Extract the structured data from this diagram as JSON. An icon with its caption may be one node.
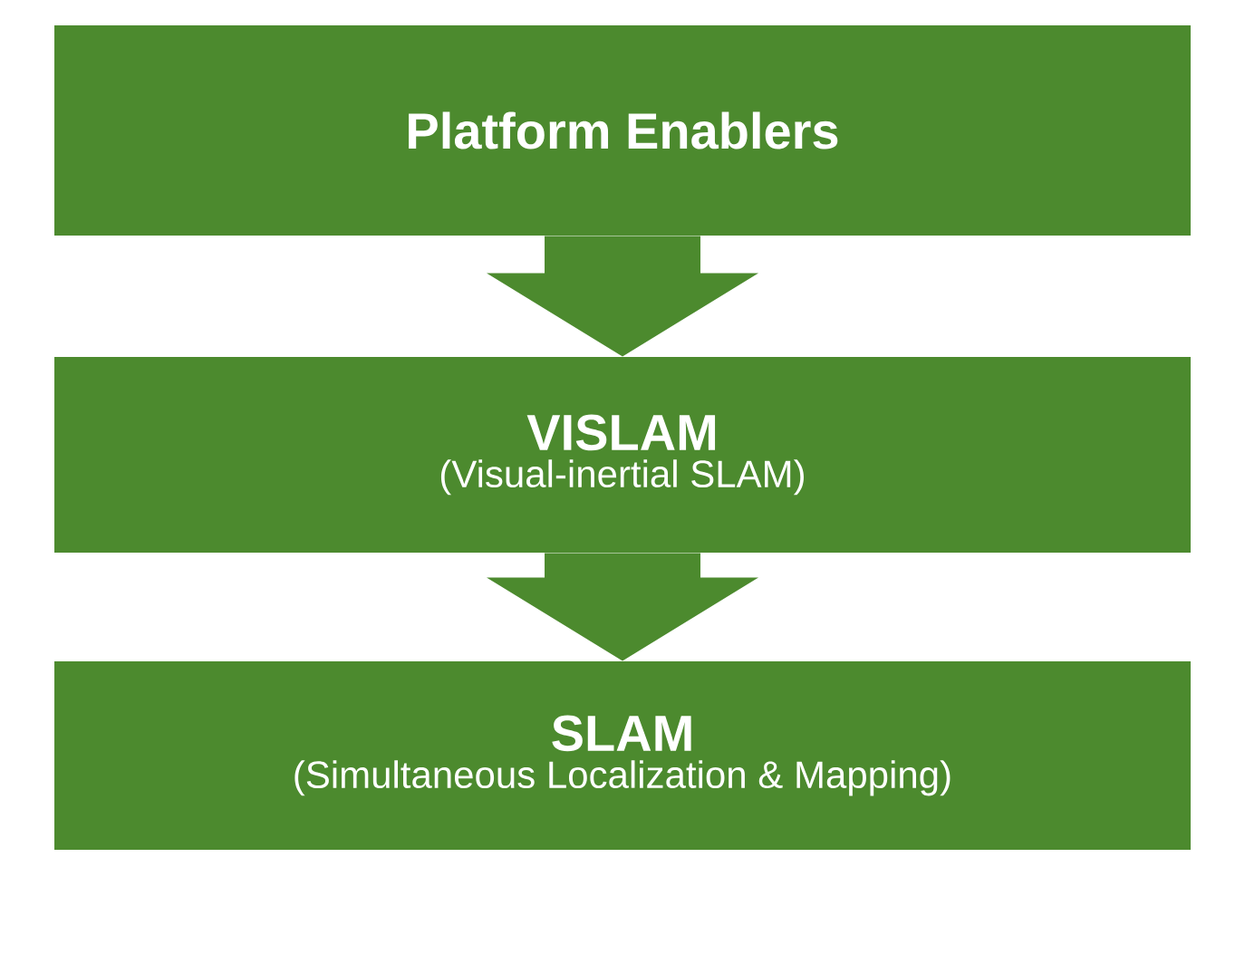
{
  "diagram": {
    "nodes": [
      {
        "text": [
          "Platform Enablers"
        ]
      },
      {
        "text": [
          "VISLAM",
          "(Visual-inertial SLAM)"
        ]
      },
      {
        "text": [
          "SLAM",
          "(Simultaneous Localization & Mapping)"
        ]
      }
    ],
    "edges": [
      {
        "from": 0,
        "to": 1,
        "arrow": "to"
      },
      {
        "from": 1,
        "to": 2,
        "arrow": "to"
      }
    ]
  }
}
